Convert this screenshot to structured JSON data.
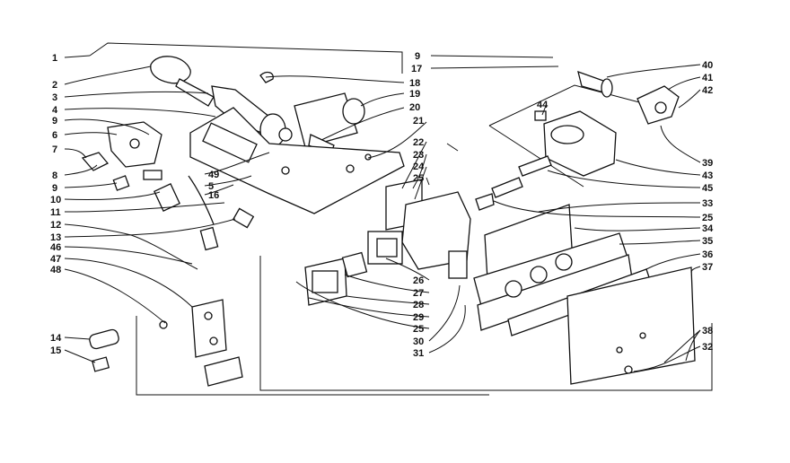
{
  "diagram": {
    "callouts": {
      "c1": "1",
      "c2": "2",
      "c3": "3",
      "c4": "4",
      "c9a": "9",
      "c6": "6",
      "c7": "7",
      "c8": "8",
      "c9b": "9",
      "c10": "10",
      "c11": "11",
      "c12": "12",
      "c13": "13",
      "c46": "46",
      "c47": "47",
      "c48": "48",
      "c14": "14",
      "c15": "15",
      "c9top": "9",
      "c17": "17",
      "c18": "18",
      "c19": "19",
      "c20": "20",
      "c21": "21",
      "c22": "22",
      "c23": "23",
      "c24": "24",
      "c25a": "25",
      "c49": "49",
      "c5": "5",
      "c16": "16",
      "c26": "26",
      "c27": "27",
      "c28": "28",
      "c29": "29",
      "c25b": "25",
      "c30": "30",
      "c31": "31",
      "c40": "40",
      "c41": "41",
      "c42": "42",
      "c44": "44",
      "c39": "39",
      "c43": "43",
      "c45": "45",
      "c33": "33",
      "c25c": "25",
      "c34": "34",
      "c35": "35",
      "c36": "36",
      "c37": "37",
      "c38": "38",
      "c32": "32"
    }
  }
}
